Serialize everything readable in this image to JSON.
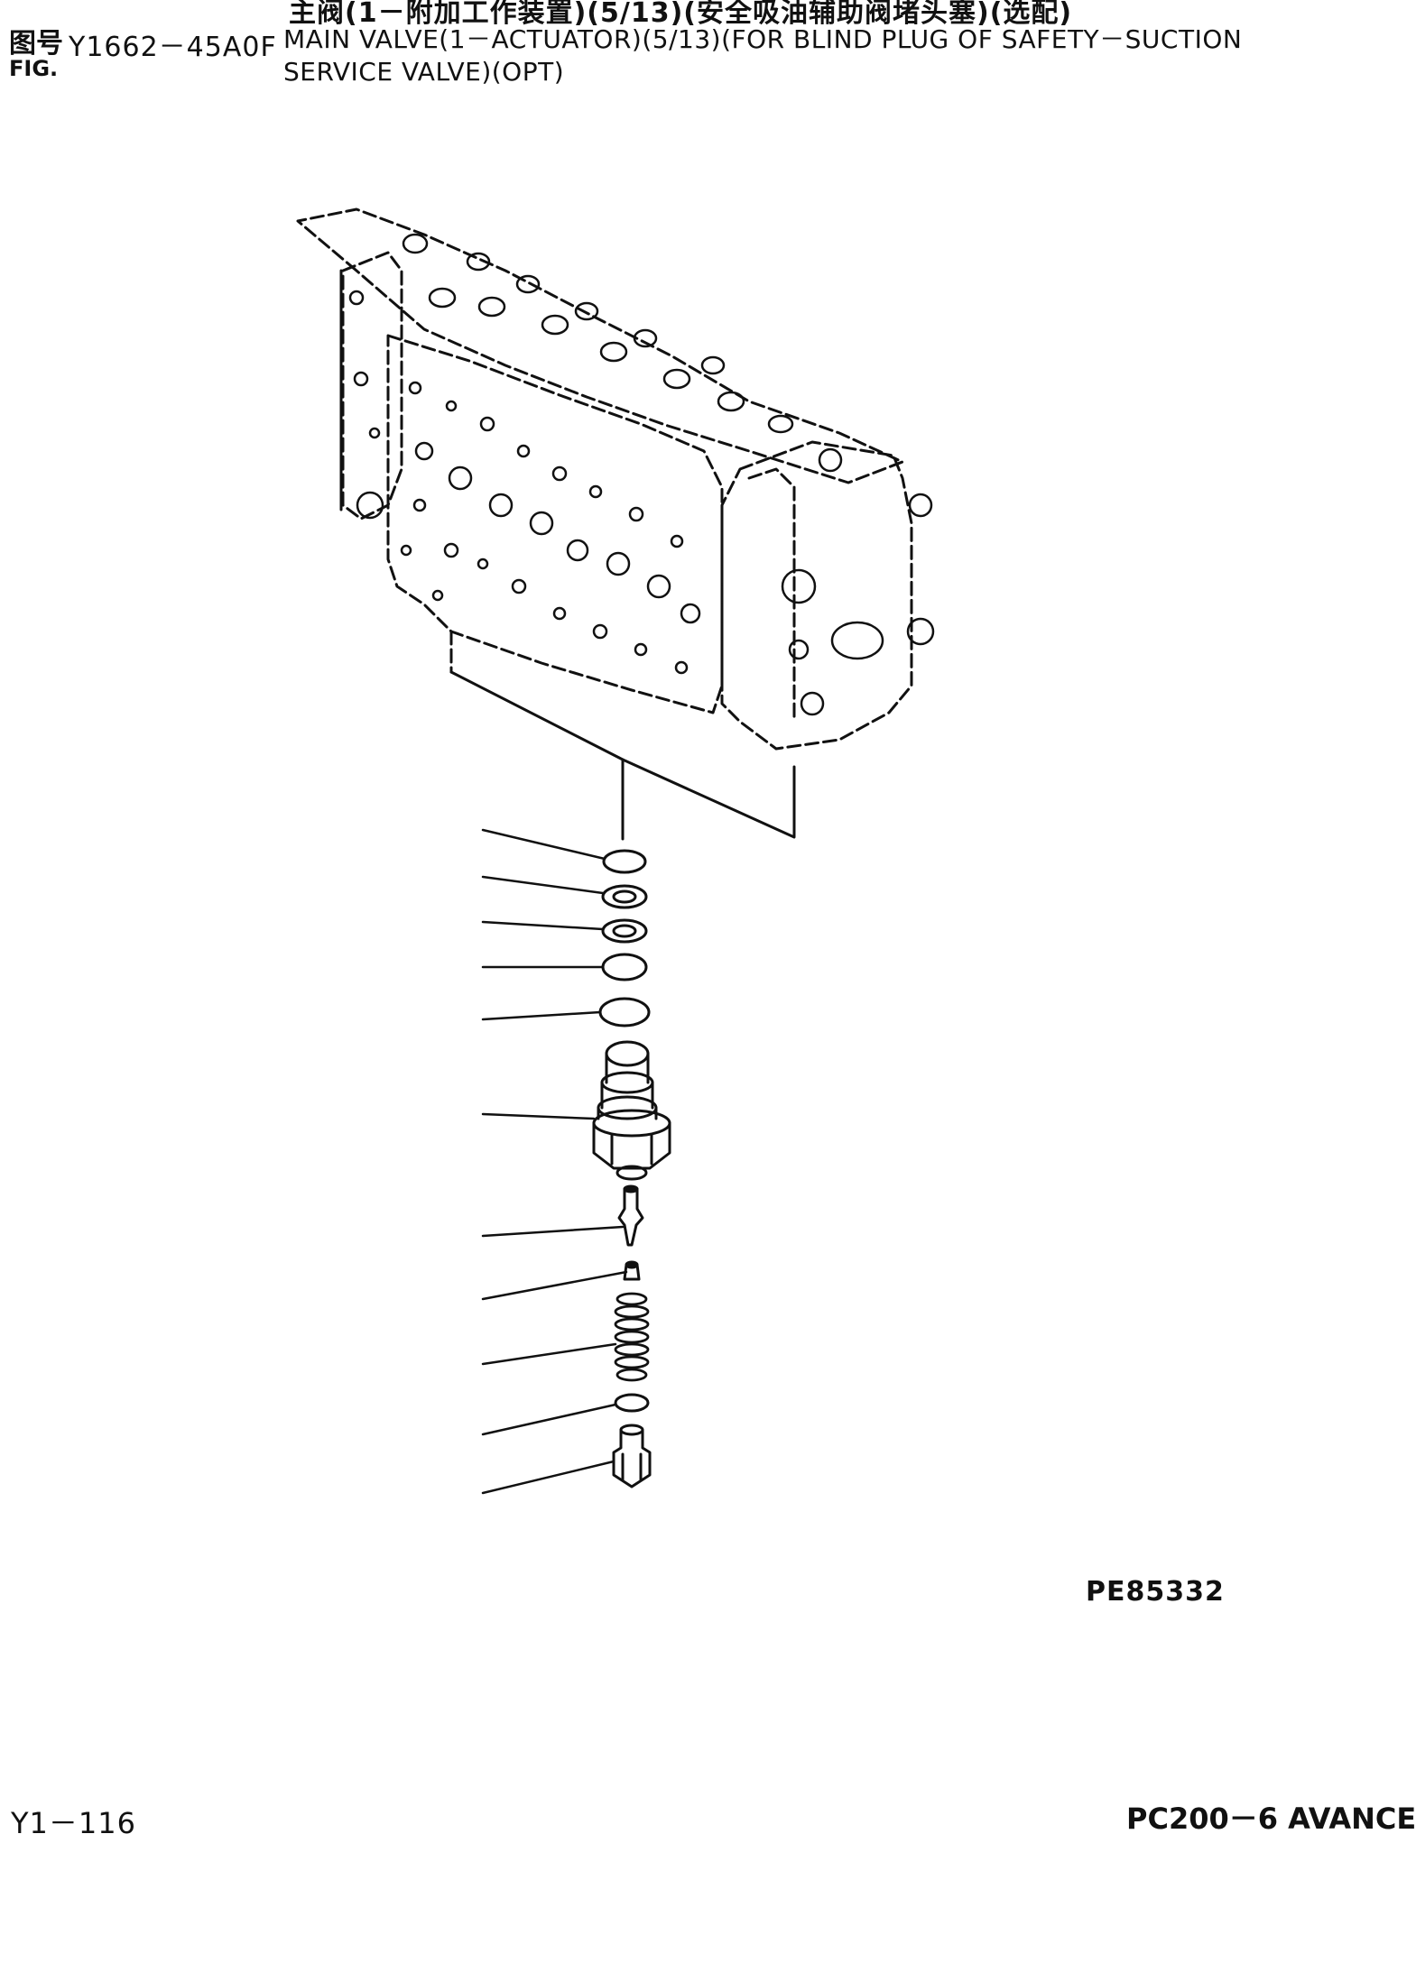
{
  "header": {
    "fig_label_cn": "图号",
    "fig_label_en": "FIG.",
    "fig_number": "Y1662－45A0F",
    "title_cn": "主阀(1－附加工作装置)(5/13)(安全吸油辅助阀堵头塞)(选配)",
    "title_en_line1": "MAIN VALVE(1－ACTUATOR)(5/13)(FOR BLIND PLUG OF SAFETY－SUCTION",
    "title_en_line2": "SERVICE VALVE)(OPT)"
  },
  "footer": {
    "drawing_code": "PE85332",
    "page_number": "Y1－116",
    "model": "PC200－6 AVANCE"
  },
  "colors": {
    "ink": "#111111",
    "paper": "#ffffff"
  }
}
